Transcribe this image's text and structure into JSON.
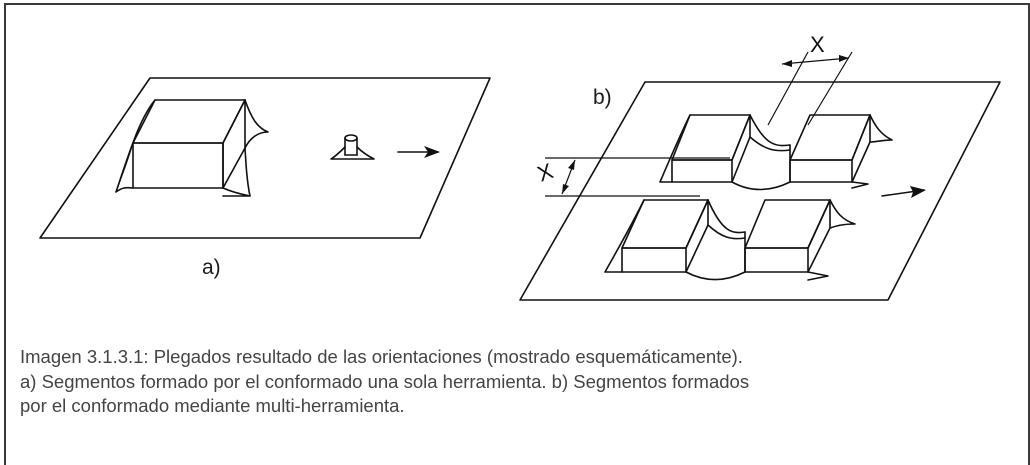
{
  "figure": {
    "label_a": "a)",
    "label_b": "b)",
    "dimension_x_top": "X",
    "dimension_x_left": "X"
  },
  "caption": {
    "lines": [
      "Imagen 3.1.3.1: Plegados resultado de las orientaciones (mostrado esquemáticamente).",
      "a) Segmentos formado por el conformado una sola herramienta. b) Segmentos formados",
      "por el conformado mediante multi-herramienta."
    ]
  }
}
